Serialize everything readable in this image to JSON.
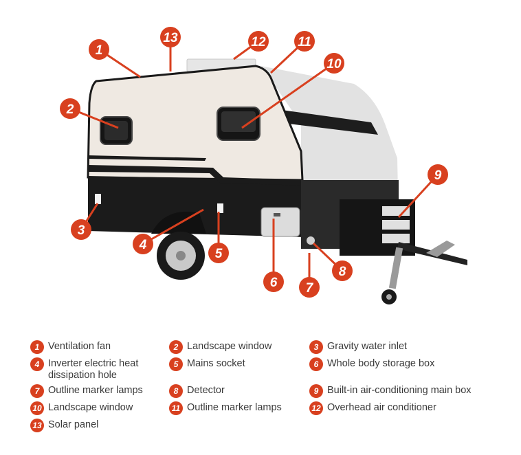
{
  "accent_color": "#d8401f",
  "callouts": [
    "1",
    "2",
    "3",
    "4",
    "5",
    "6",
    "7",
    "8",
    "9",
    "10",
    "11",
    "12",
    "13"
  ],
  "legend": [
    {
      "num": "1",
      "label": "Ventilation fan"
    },
    {
      "num": "2",
      "label": "Landscape window"
    },
    {
      "num": "3",
      "label": "Gravity water inlet"
    },
    {
      "num": "4",
      "label": "Inverter electric heat\ndissipation hole"
    },
    {
      "num": "5",
      "label": "Mains socket"
    },
    {
      "num": "6",
      "label": "Whole body storage box"
    },
    {
      "num": "7",
      "label": "Outline marker lamps"
    },
    {
      "num": "8",
      "label": "Detector"
    },
    {
      "num": "9",
      "label": "Built-in air-conditioning main box"
    },
    {
      "num": "10",
      "label": "Landscape window"
    },
    {
      "num": "11",
      "label": "Outline marker lamps"
    },
    {
      "num": "12",
      "label": "Overhead air conditioner"
    },
    {
      "num": "13",
      "label": "Solar panel"
    }
  ]
}
